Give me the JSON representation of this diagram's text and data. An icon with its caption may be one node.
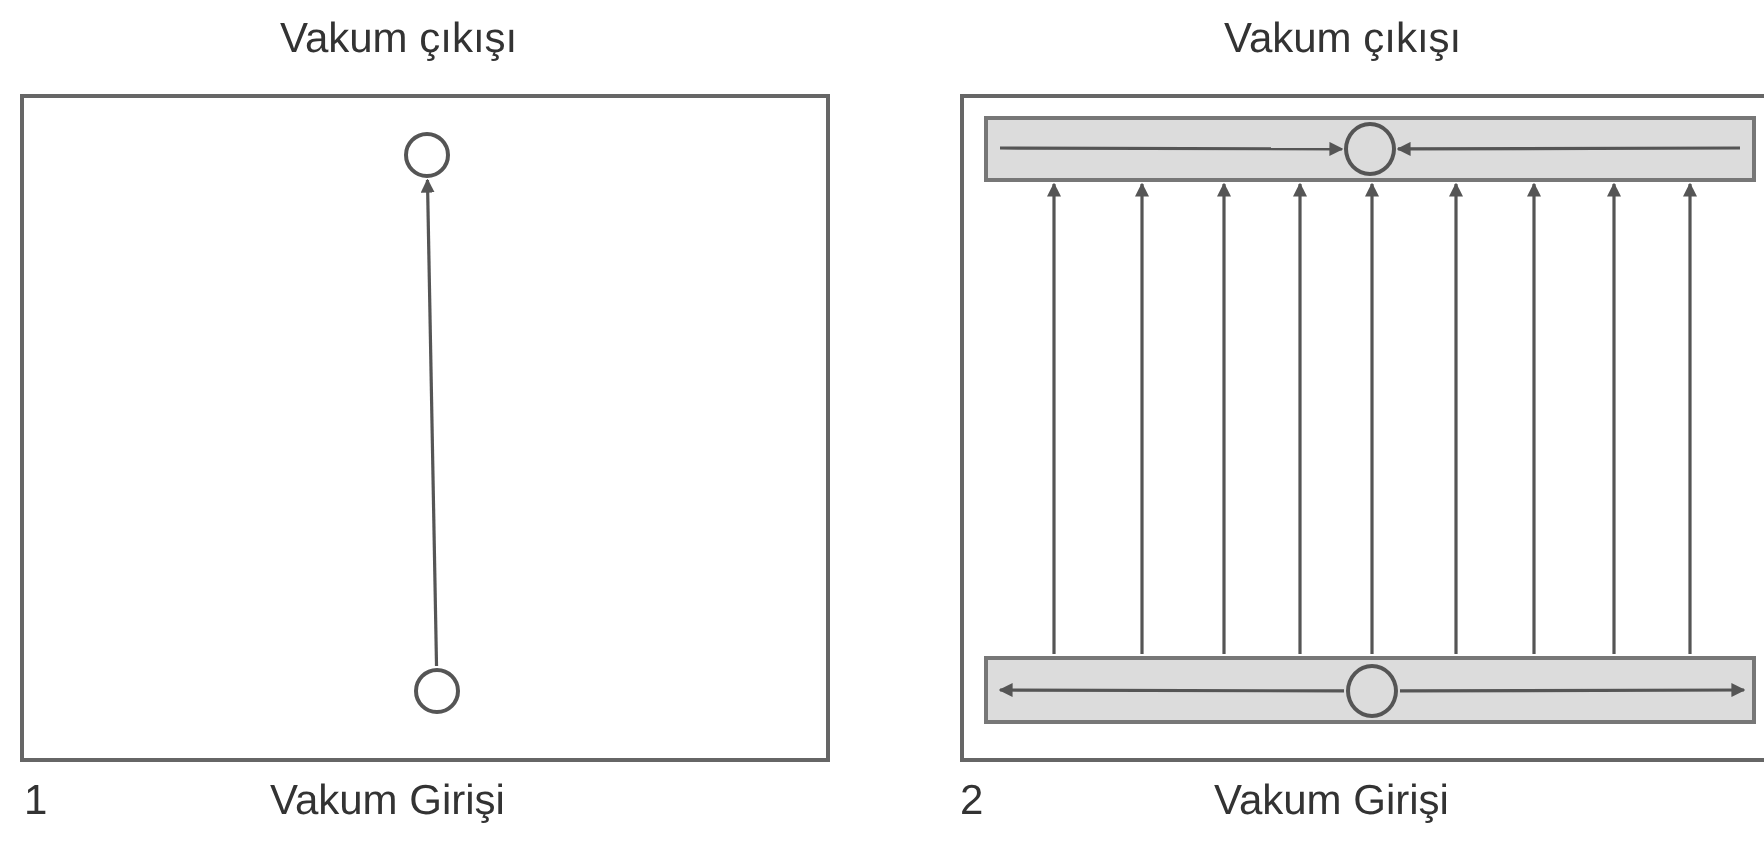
{
  "diagram": {
    "nodes": [
      {
        "text": [],
        "shape": "box"
      },
      {
        "text": [],
        "shape": "circle",
        "in": 0,
        "beside": [
          "Vakum çıkışı"
        ]
      },
      {
        "text": [],
        "shape": "circle",
        "in": 0,
        "beside": [
          "Vakum Girişi"
        ]
      },
      {
        "text": [],
        "shape": "box"
      },
      {
        "text": [],
        "shape": "bar",
        "in": 3
      },
      {
        "text": [],
        "shape": "circle",
        "in": 4,
        "beside": [
          "Vakum çıkışı"
        ]
      },
      {
        "text": [],
        "shape": "bar",
        "in": 3
      },
      {
        "text": [],
        "shape": "circle",
        "in": 6,
        "beside": [
          "Vakum Girişi"
        ]
      }
    ],
    "edges": [
      {
        "from": 2,
        "to": 1,
        "arrow": "to"
      },
      {
        "from": null,
        "to": 5,
        "arrow": "to"
      },
      {
        "from": null,
        "to": 5,
        "arrow": "to"
      },
      {
        "from": 6,
        "to": 4,
        "arrow": "to"
      },
      {
        "from": 6,
        "to": 4,
        "arrow": "to"
      },
      {
        "from": 6,
        "to": 4,
        "arrow": "to"
      },
      {
        "from": 6,
        "to": 4,
        "arrow": "to"
      },
      {
        "from": 6,
        "to": 4,
        "arrow": "to"
      },
      {
        "from": 6,
        "to": 4,
        "arrow": "to"
      },
      {
        "from": 6,
        "to": 4,
        "arrow": "to"
      },
      {
        "from": 6,
        "to": 4,
        "arrow": "to"
      },
      {
        "from": 6,
        "to": 4,
        "arrow": "to"
      },
      {
        "from": 7,
        "to": null,
        "arrow": "to"
      },
      {
        "from": 7,
        "to": null,
        "arrow": "to"
      }
    ],
    "labels": [
      "1",
      "2"
    ]
  }
}
